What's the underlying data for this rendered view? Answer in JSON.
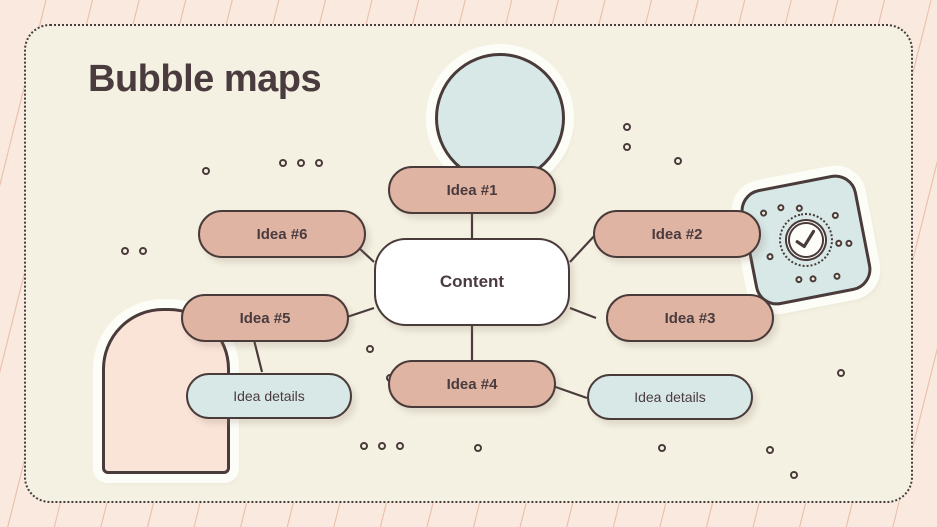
{
  "page": {
    "title": "Bubble maps",
    "background_color": "#fae9de",
    "card_color": "#f4f1e2",
    "ink_color": "#4a3b3b",
    "idea_color": "#e0b4a2",
    "details_color": "#d7e8e6",
    "arch_color": "#fae3d7"
  },
  "diagram": {
    "center": {
      "label": "Content"
    },
    "ideas": [
      {
        "label": "Idea #1"
      },
      {
        "label": "Idea #2"
      },
      {
        "label": "Idea #3"
      },
      {
        "label": "Idea #4"
      },
      {
        "label": "Idea #5"
      },
      {
        "label": "Idea #6"
      }
    ],
    "details": [
      {
        "label": "Idea details"
      },
      {
        "label": "Idea details"
      }
    ]
  },
  "decorations": {
    "circle": "decorative-circle",
    "arch": "decorative-arch",
    "badge": "check-badge-icon"
  }
}
